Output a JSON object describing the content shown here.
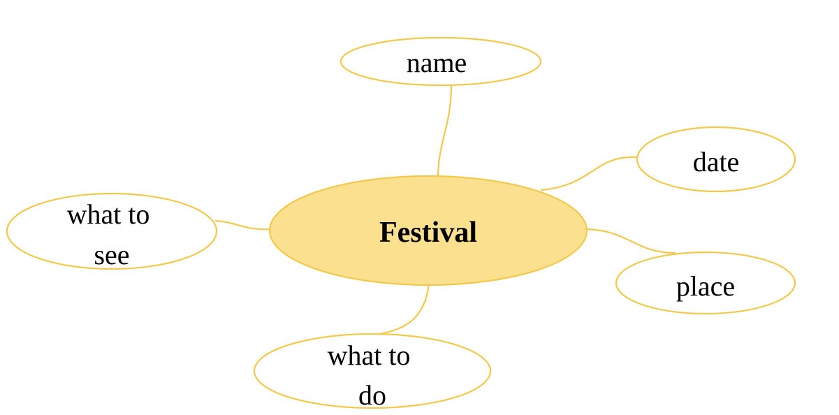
{
  "diagram": {
    "type": "mind-map",
    "colors": {
      "stroke": "#F2C94C",
      "center_fill": "#FBE08F",
      "node_fill": "#FFFFFF",
      "text": "#000000"
    },
    "center": {
      "label": "Festival"
    },
    "nodes": [
      {
        "id": "name",
        "lines": [
          "name"
        ]
      },
      {
        "id": "date",
        "lines": [
          "date"
        ]
      },
      {
        "id": "place",
        "lines": [
          "place"
        ]
      },
      {
        "id": "what-to-do",
        "lines": [
          "what to",
          "do"
        ]
      },
      {
        "id": "what-to-see",
        "lines": [
          "what to",
          "see"
        ]
      }
    ]
  }
}
